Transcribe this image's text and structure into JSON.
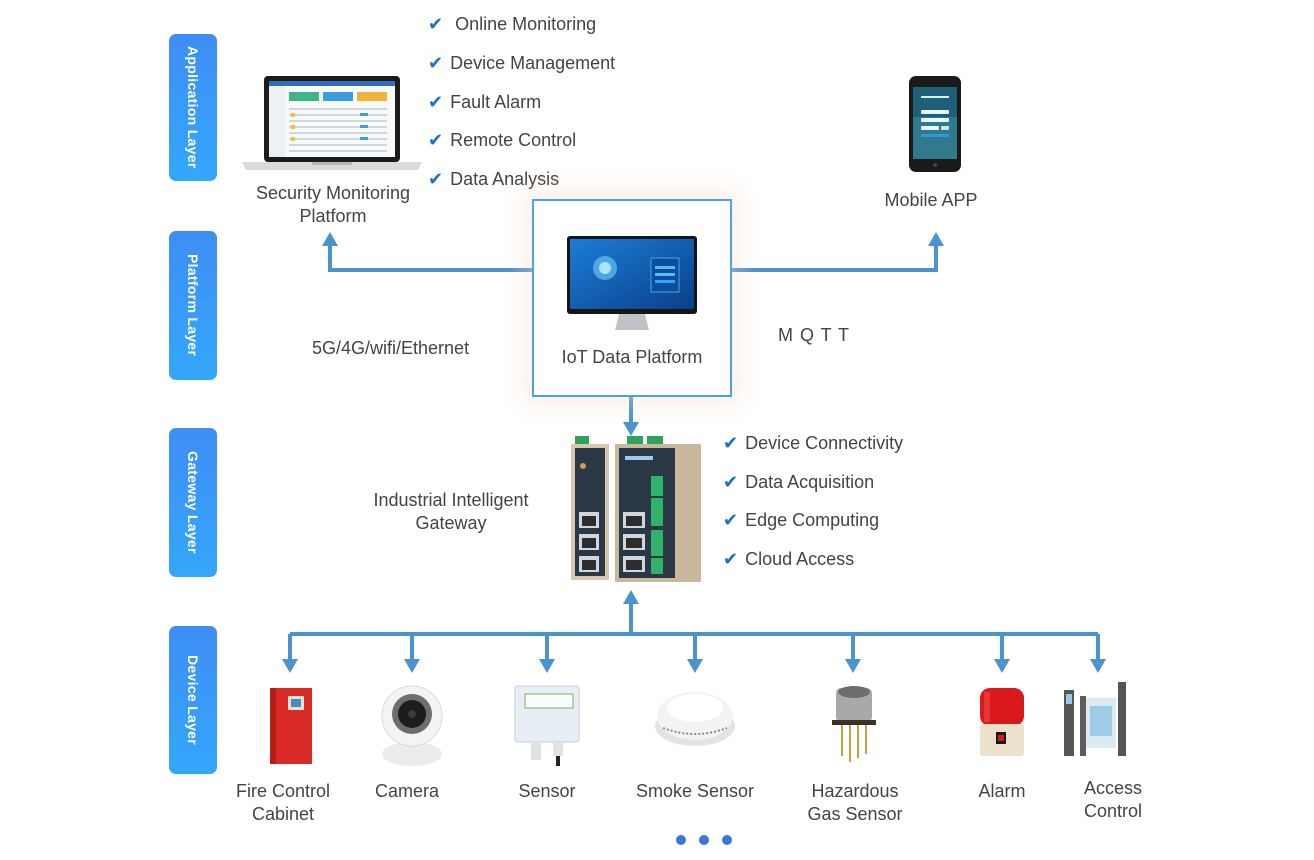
{
  "layers": [
    {
      "id": "application",
      "label": "Application Layer"
    },
    {
      "id": "platform",
      "label": "Platform Layer"
    },
    {
      "id": "gateway",
      "label": "Gateway Layer"
    },
    {
      "id": "device",
      "label": "Device Layer"
    }
  ],
  "application": {
    "security_platform": {
      "label_line1": "Security Monitoring",
      "label_line2": "Platform",
      "icon": "laptop-icon"
    },
    "features": [
      "Online Monitoring",
      "Device Management",
      "Fault Alarm",
      "Remote Control",
      "Data Analysis"
    ],
    "mobile_app": {
      "label": "Mobile APP",
      "icon": "smartphone-icon"
    }
  },
  "platform": {
    "iot_platform": {
      "label": "IoT Data Platform",
      "icon": "monitor-icon"
    },
    "left_protocol": "5G/4G/wifi/Ethernet",
    "right_protocol": "M Q T T"
  },
  "gateway": {
    "label_line1": "Industrial Intelligent",
    "label_line2": "Gateway",
    "icon": "gateway-device-icon",
    "features": [
      "Device Connectivity",
      "Data Acquisition",
      "Edge Computing",
      "Cloud Access"
    ]
  },
  "devices": [
    {
      "label_line1": "Fire Control",
      "label_line2": "Cabinet",
      "icon": "fire-cabinet-icon"
    },
    {
      "label_line1": "Camera",
      "label_line2": "",
      "icon": "camera-icon"
    },
    {
      "label_line1": "Sensor",
      "label_line2": "",
      "icon": "sensor-box-icon"
    },
    {
      "label_line1": "Smoke Sensor",
      "label_line2": "",
      "icon": "smoke-detector-icon"
    },
    {
      "label_line1": "Hazardous",
      "label_line2": "Gas Sensor",
      "icon": "gas-sensor-icon"
    },
    {
      "label_line1": "Alarm",
      "label_line2": "",
      "icon": "alarm-light-icon"
    },
    {
      "label_line1": "Access",
      "label_line2": "Control",
      "icon": "access-gate-icon"
    }
  ],
  "check_glyph": "✔",
  "pagination": {
    "dots": 3
  },
  "colors": {
    "accent": "#1f6fc4",
    "wire": "#4a93cf",
    "layer_tag_top": "#3f8ef5",
    "layer_tag_bottom": "#33a7fb",
    "box_border": "#4aa3e4",
    "dot": "#3a78d4"
  }
}
